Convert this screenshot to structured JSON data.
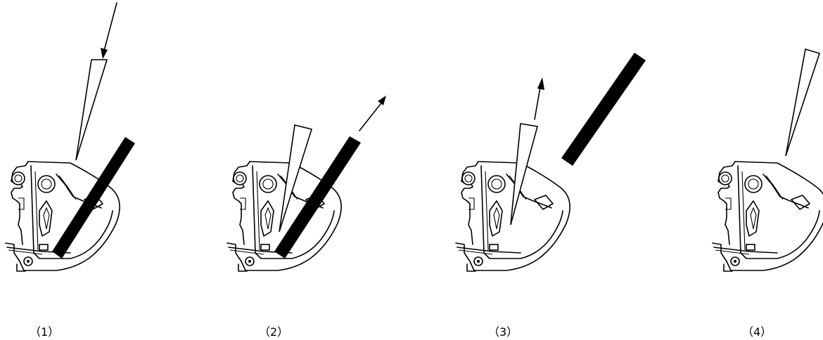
{
  "steps": [
    {
      "label": "（1）",
      "action": "insert-tool"
    },
    {
      "label": "（2）",
      "action": "lift-blade"
    },
    {
      "label": "（3）",
      "action": "remove-blade"
    },
    {
      "label": "（4）",
      "action": "withdraw-tool"
    }
  ],
  "colors": {
    "ink": "#000000",
    "background": "#ffffff"
  }
}
